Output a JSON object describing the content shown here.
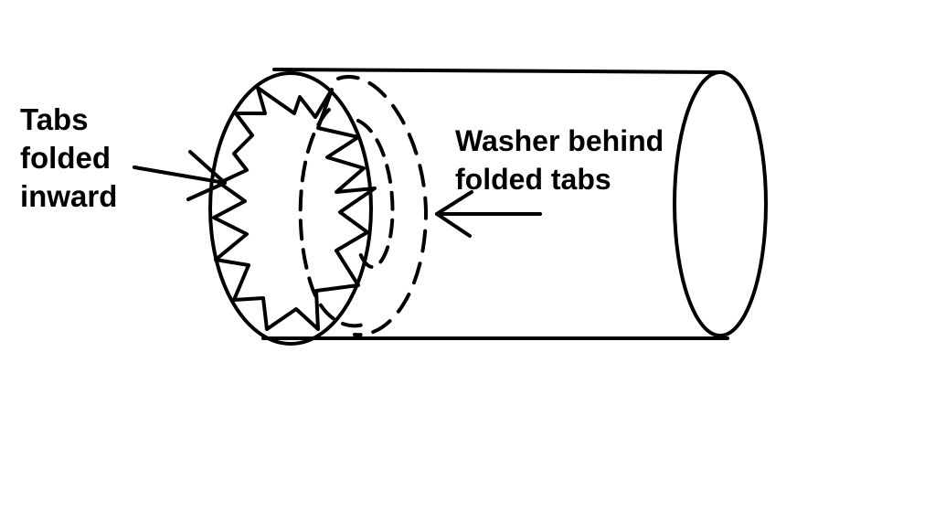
{
  "diagram": {
    "labels": {
      "tabs_line1": "Tabs",
      "tabs_line2": "folded",
      "tabs_line3": "inward",
      "washer_line1": "Washer behind",
      "washer_line2": "folded tabs"
    },
    "colors": {
      "ink": "#000000",
      "background": "#ffffff"
    }
  }
}
